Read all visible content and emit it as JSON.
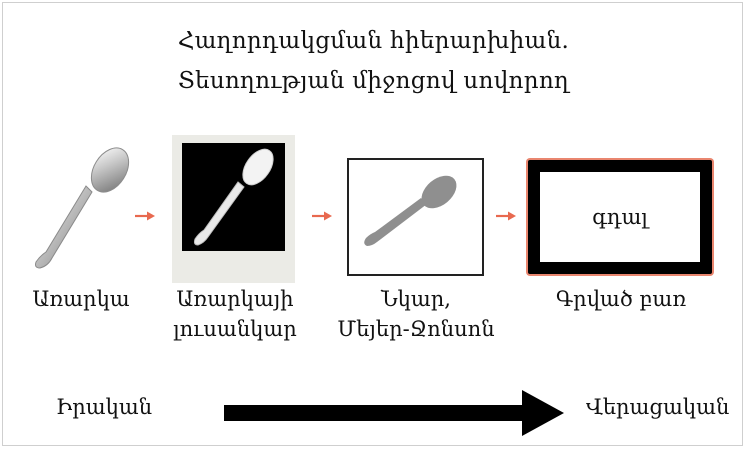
{
  "title": {
    "line1": "Հաղորդակցման հիերարխիան.",
    "line2": "Տեսողության միջոցով սովորող"
  },
  "stages": [
    {
      "line1": "Առարկա",
      "line2": ""
    },
    {
      "line1": "Առարկայի",
      "line2": "լուսանկար"
    },
    {
      "line1": "Նկար,",
      "line2": "Մեյեր-Ջոնսոն"
    },
    {
      "line1": "Գրված բառ",
      "line2": ""
    }
  ],
  "written_word": "գդալ",
  "continuum": {
    "left_label": "Իրական",
    "right_label": "Վերացական"
  },
  "colors": {
    "small_arrow": "#e8694f",
    "card_glow": "#e9866f",
    "big_arrow": "#000000"
  },
  "icons": [
    "spoon-icon",
    "arrow-right-icon"
  ]
}
